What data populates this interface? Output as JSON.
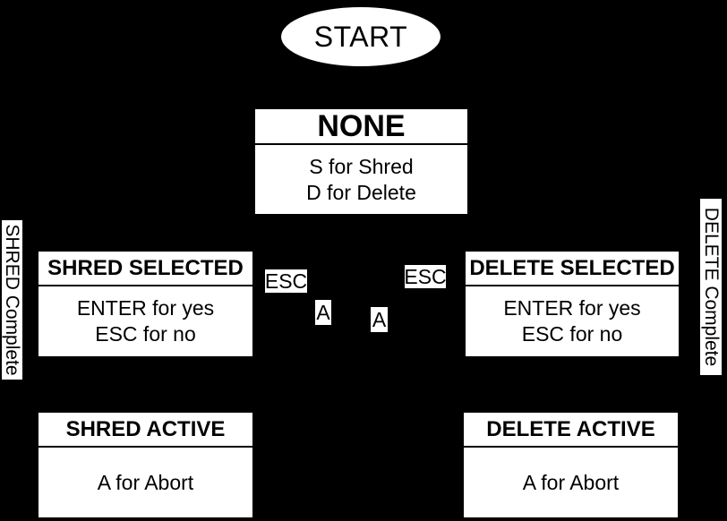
{
  "canvas": {
    "background_color": "#000000",
    "node_fill_color": "#ffffff",
    "node_text_color": "#000000"
  },
  "nodes": {
    "start": {
      "label": "START"
    },
    "none": {
      "title": "NONE",
      "lines": [
        "S for Shred",
        "D for Delete"
      ]
    },
    "shred_selected": {
      "title": "SHRED SELECTED",
      "lines": [
        "ENTER for yes",
        "ESC for no"
      ]
    },
    "delete_selected": {
      "title": "DELETE SELECTED",
      "lines": [
        "ENTER for yes",
        "ESC for no"
      ]
    },
    "shred_active": {
      "title": "SHRED ACTIVE",
      "lines": [
        "A for Abort"
      ]
    },
    "delete_active": {
      "title": "DELETE ACTIVE",
      "lines": [
        "A for Abort"
      ]
    }
  },
  "edge_labels": {
    "esc_left": "ESC",
    "esc_right": "ESC",
    "a_left": "A",
    "a_right": "A",
    "shred_complete": "SHRED Complete",
    "delete_complete": "DELETE Complete"
  }
}
